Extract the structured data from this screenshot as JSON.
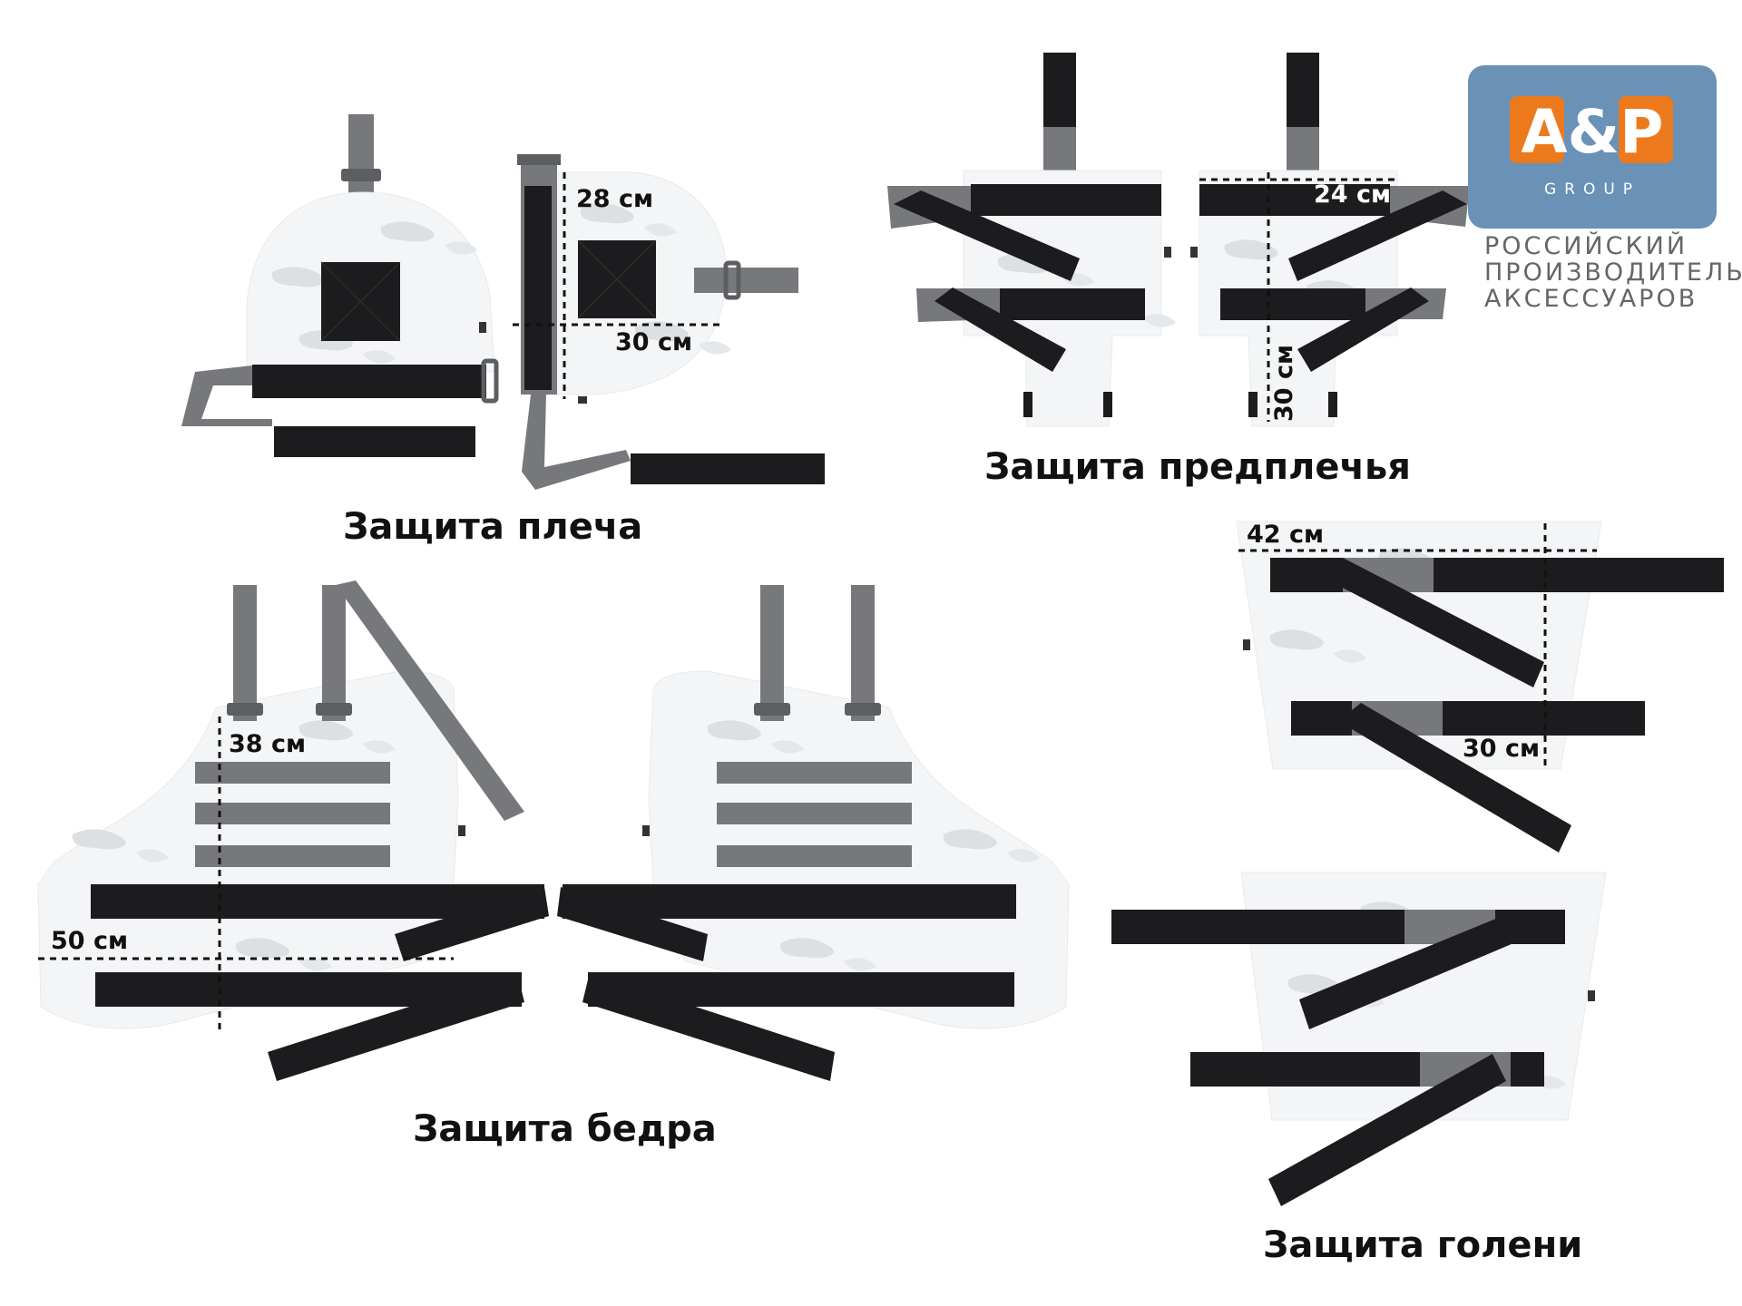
{
  "titles": {
    "shoulder": "Защита плеча",
    "forearm": "Защита предплечья",
    "thigh": "Защита бедра",
    "shin": "Защита голени"
  },
  "dimensions": {
    "shoulder_height": "28 см",
    "shoulder_width": "30 см",
    "forearm_width": "24 см",
    "forearm_height": "30 см",
    "thigh_height": "38 см",
    "thigh_width": "50 см",
    "shin_width": "42 см",
    "shin_height": "30 см"
  },
  "logo": {
    "mark": "A&P",
    "group": "GROUP",
    "line1": "РОССИЙСКИЙ",
    "line2": "ПРОИЗВОДИТЕЛЬ",
    "line3": "АКСЕССУАРОВ"
  },
  "colors": {
    "strap_black": "#1c1c1e",
    "strap_gray": "#77787b",
    "panel": "#f4f5f6",
    "camo": "#dde0e3",
    "logo_blue": "#6a92b7",
    "logo_orange": "#ec7a1c"
  }
}
